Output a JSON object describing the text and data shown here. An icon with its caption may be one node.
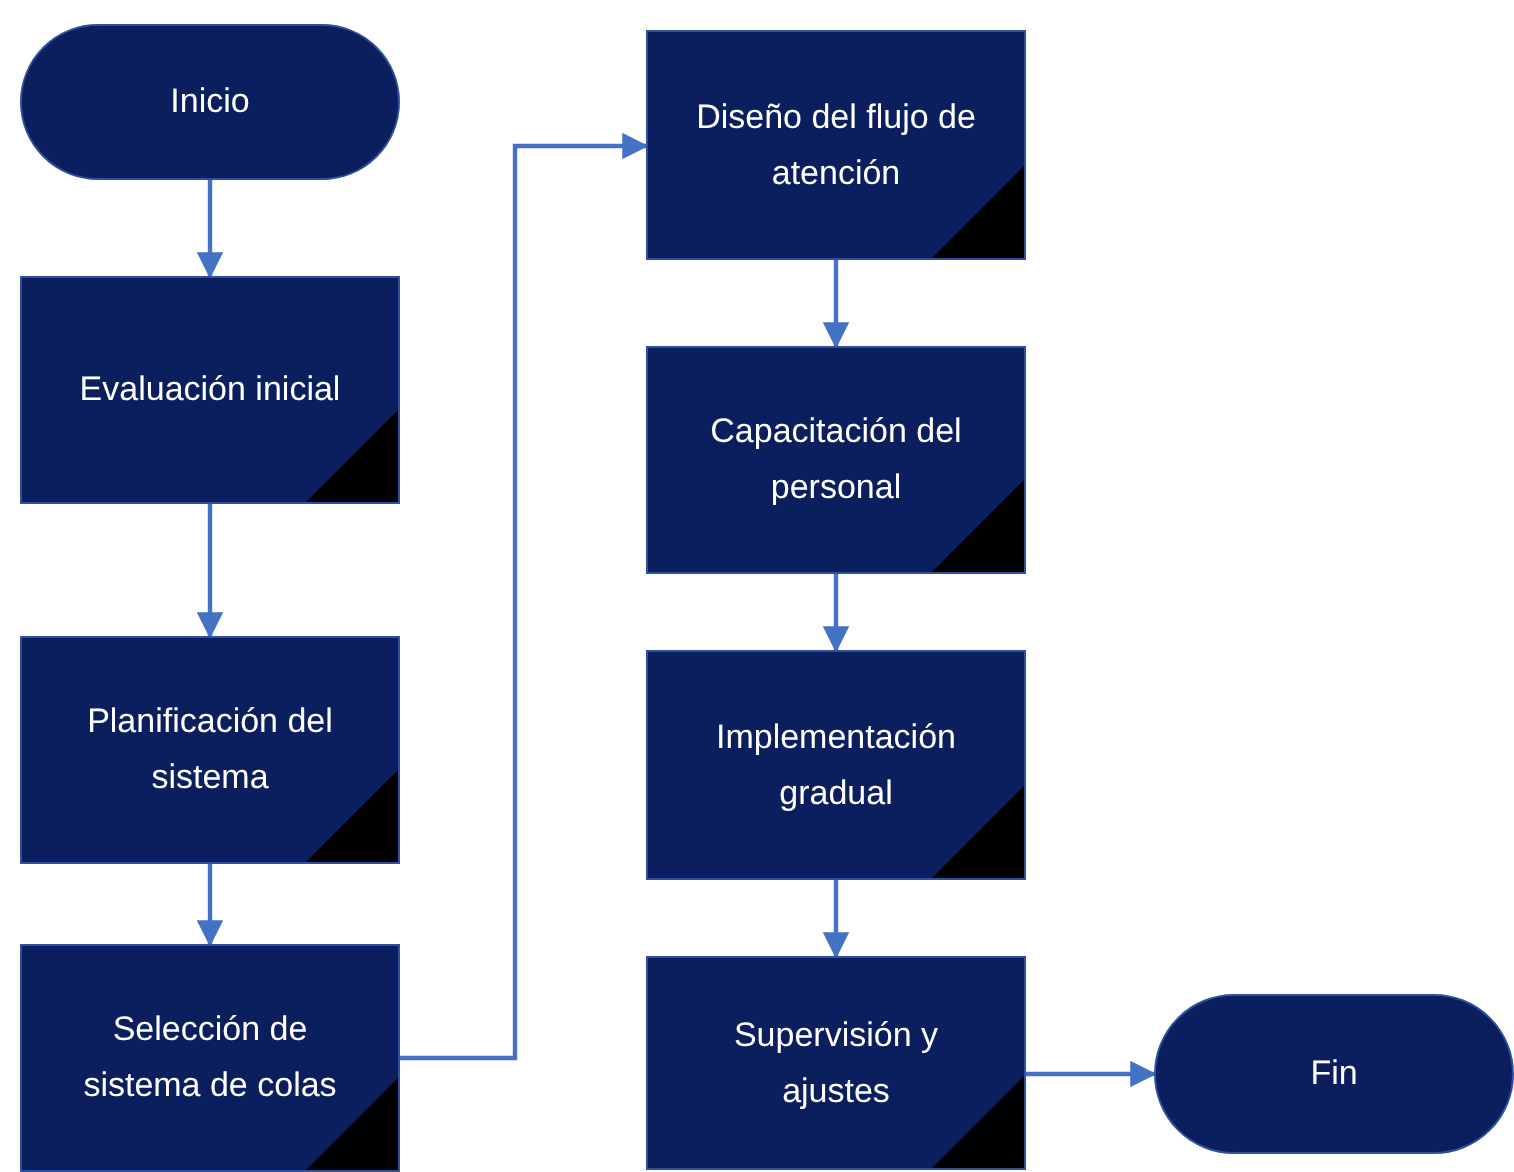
{
  "diagram": {
    "nodes": [
      {
        "text": [
          "Inicio"
        ]
      },
      {
        "text": [
          "Evaluación inicial"
        ]
      },
      {
        "text": [
          "Planificación del sistema"
        ]
      },
      {
        "text": [
          "Selección de sistema de colas"
        ]
      },
      {
        "text": [
          "Diseño del flujo de atención"
        ]
      },
      {
        "text": [
          "Capacitación del personal"
        ]
      },
      {
        "text": [
          "Implementación gradual"
        ]
      },
      {
        "text": [
          "Supervisión y ajustes"
        ]
      },
      {
        "text": [
          "Fin"
        ]
      }
    ],
    "edges": [
      {
        "from": 0,
        "to": 1,
        "arrow": "to"
      },
      {
        "from": 1,
        "to": 2,
        "arrow": "to"
      },
      {
        "from": 2,
        "to": 3,
        "arrow": "to"
      },
      {
        "from": 3,
        "to": 4,
        "arrow": "to"
      },
      {
        "from": 4,
        "to": 5,
        "arrow": "to"
      },
      {
        "from": 5,
        "to": 6,
        "arrow": "to"
      },
      {
        "from": 6,
        "to": 7,
        "arrow": "to"
      },
      {
        "from": 7,
        "to": 8,
        "arrow": "to"
      }
    ]
  }
}
